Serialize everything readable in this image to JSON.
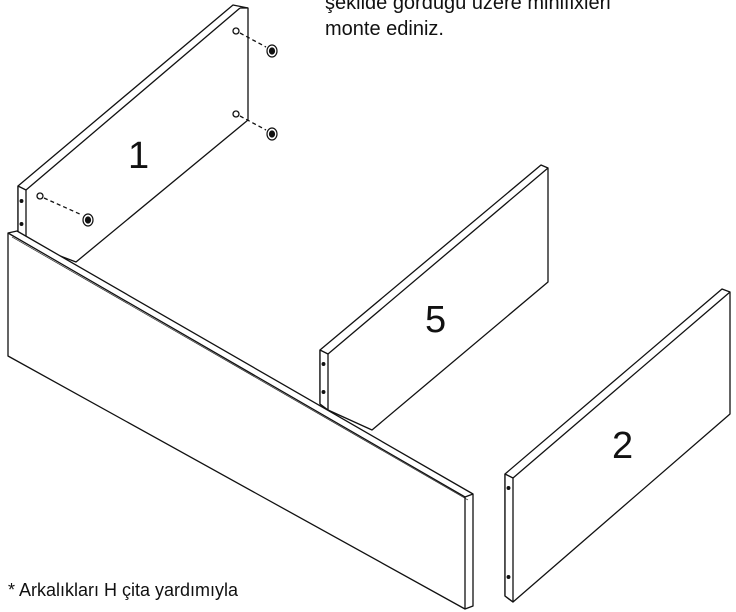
{
  "instruction": {
    "line1": "şekilde gördüğü üzere minifixleri",
    "line2": "monte ediniz."
  },
  "panels": {
    "panel_1": "1",
    "panel_5": "5",
    "panel_2": "2"
  },
  "footnote": "* Arkalıkları H çita yardımıyla",
  "colors": {
    "line": "#111111",
    "background": "#ffffff"
  }
}
